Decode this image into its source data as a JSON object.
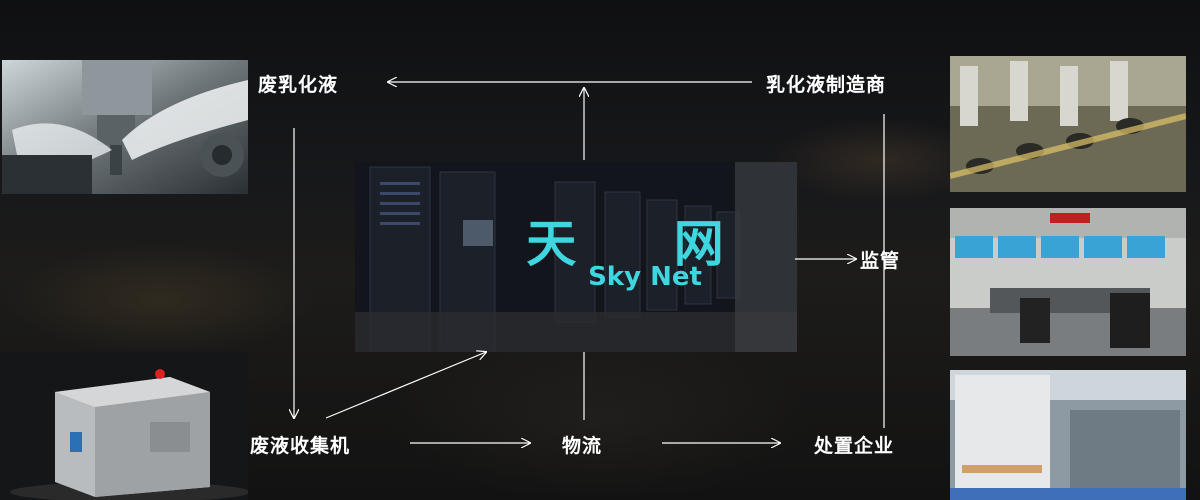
{
  "center": {
    "title_cn": "天 网",
    "title_en": "Sky Net"
  },
  "nodes": {
    "waste_emulsion": "废乳化液",
    "emulsion_manufacturer": "乳化液制造商",
    "waste_collector": "废液收集机",
    "logistics": "物流",
    "disposal_company": "处置企业",
    "supervision": "监管"
  },
  "colors": {
    "accent": "#3fd6e0",
    "text": "#ffffff",
    "arrow": "#ffffff"
  }
}
